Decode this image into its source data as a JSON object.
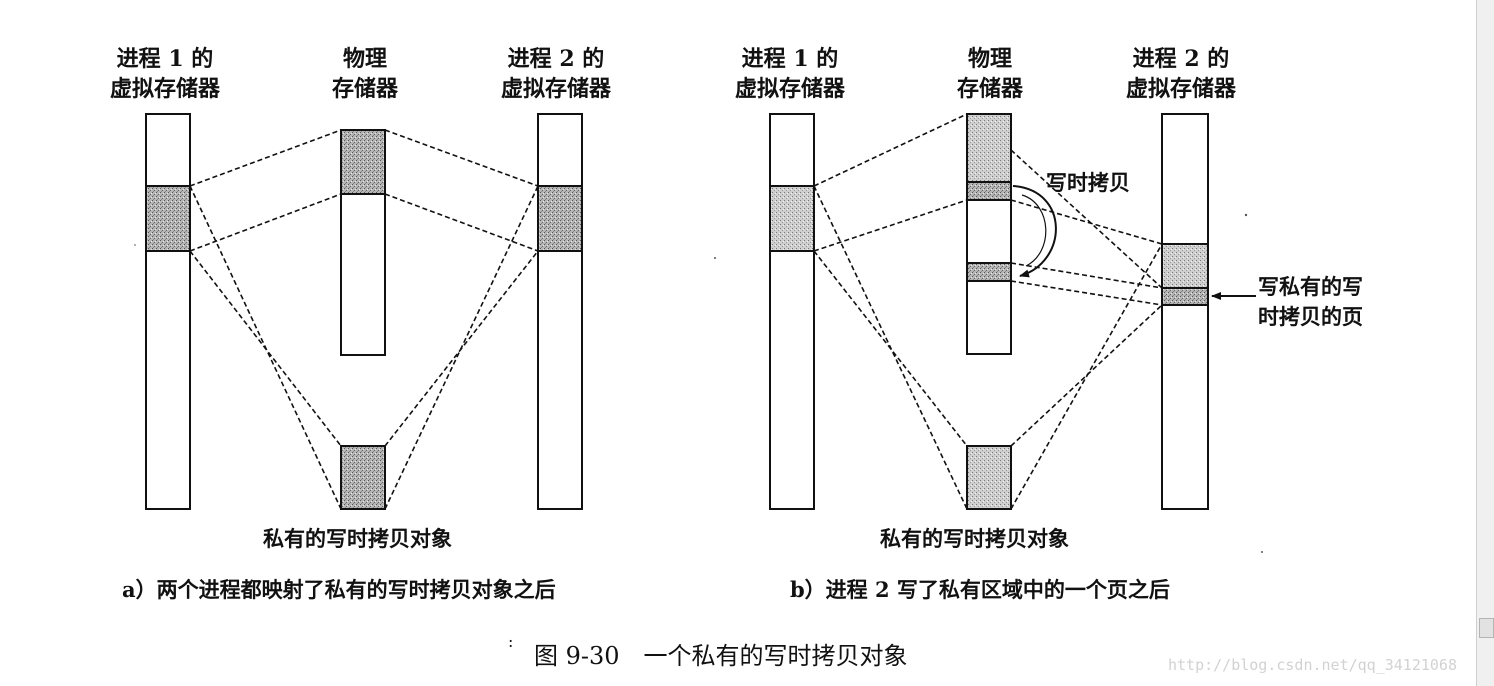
{
  "panel_a": {
    "proc1_label": [
      "进程 1 的",
      "虚拟存储器"
    ],
    "phys_label": [
      "物理",
      "存储器"
    ],
    "proc2_label": [
      "进程 2 的",
      "虚拟存储器"
    ],
    "object_label": "私有的写时拷贝对象",
    "caption": "a）两个进程都映射了私有的写时拷贝对象之后"
  },
  "panel_b": {
    "proc1_label": [
      "进程 1 的",
      "虚拟存储器"
    ],
    "phys_label": [
      "物理",
      "存储器"
    ],
    "proc2_label": [
      "进程 2 的",
      "虚拟存储器"
    ],
    "cow_label": "写时拷贝",
    "page_note": [
      "写私有的写",
      "时拷贝的页"
    ],
    "object_label": "私有的写时拷贝对象",
    "caption": "b）进程 2 写了私有区域中的一个页之后"
  },
  "figure_caption": "图 9-30　一个私有的写时拷贝对象",
  "watermark": "http://blog.csdn.net/qq_34121068"
}
